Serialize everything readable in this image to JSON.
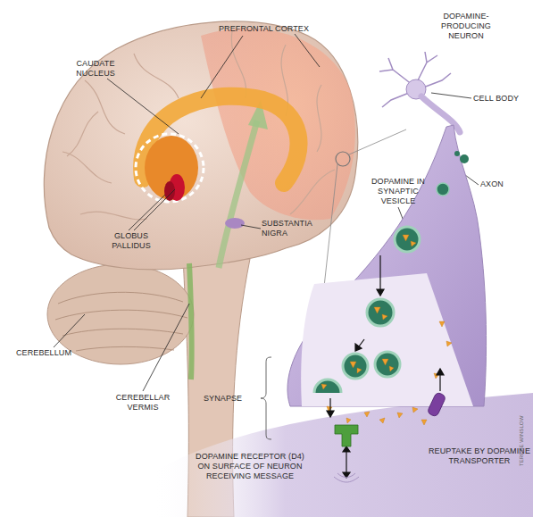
{
  "diagram": {
    "labels": [
      "PREFRONTAL CORTEX",
      "DOPAMINE-PRODUCING NEURON",
      "CAUDATE NUCLEUS",
      "CELL BODY",
      "AXON",
      "DOPAMINE IN SYNAPTIC VESICLE",
      "SUBSTANTIA NIGRA",
      "GLOBUS PALLIDUS",
      "CEREBELLUM",
      "CEREBELLAR VERMIS",
      "SYNAPSE",
      "REUPTAKE BY DOPAMINE TRANSPORTER",
      "DOPAMINE RECEPTOR (D4) ON SURFACE OF NEURON RECEIVING MESSAGE",
      "TERESE WINSLOW"
    ]
  }
}
